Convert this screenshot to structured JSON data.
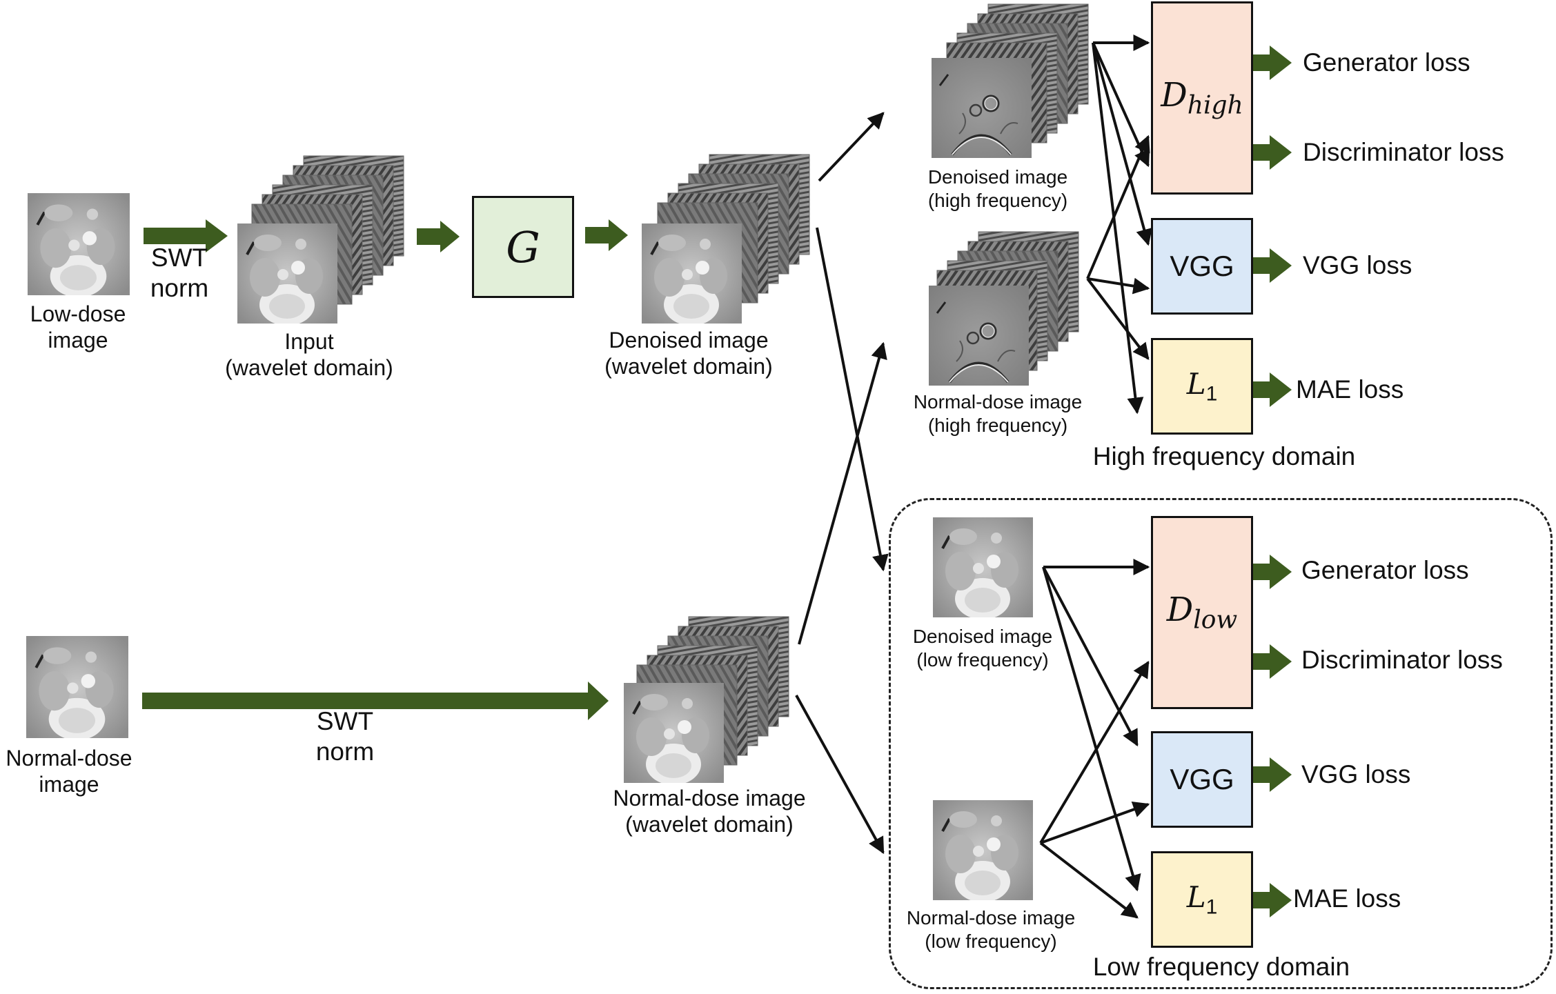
{
  "diagram": {
    "inputs": {
      "low_dose": "Low-dose\nimage",
      "normal_dose": "Normal-dose\nimage"
    },
    "swt_top": "SWT\nnorm",
    "swt_bottom": "SWT\nnorm",
    "input_wavelet": "Input\n(wavelet domain)",
    "generator": "G",
    "denoised_wavelet": "Denoised image\n(wavelet domain)",
    "normal_wavelet": "Normal-dose image\n(wavelet domain)",
    "high": {
      "denoised": "Denoised image\n(high frequency)",
      "normal": "Normal-dose image\n(high frequency)",
      "disc_base": "D",
      "disc_sub": "high",
      "vgg": "VGG",
      "l1_base": "L",
      "l1_sub": "1",
      "losses": [
        "Generator loss",
        "Discriminator loss",
        "VGG loss",
        "MAE loss"
      ],
      "domain_label": "High frequency domain"
    },
    "low": {
      "denoised": "Denoised image\n(low frequency)",
      "normal": "Normal-dose image\n(low frequency)",
      "disc_base": "D",
      "disc_sub": "low",
      "vgg": "VGG",
      "l1_base": "L",
      "l1_sub": "1",
      "losses": [
        "Generator loss",
        "Discriminator loss",
        "VGG loss",
        "MAE loss"
      ],
      "domain_label": "Low frequency domain"
    },
    "colors": {
      "fat_arrow": "#3d5c1f",
      "generator_fill": "#e2efd9",
      "discriminator_fill": "#fbe2d5",
      "vgg_fill": "#dae8f7",
      "l1_fill": "#fdf2cc"
    }
  }
}
